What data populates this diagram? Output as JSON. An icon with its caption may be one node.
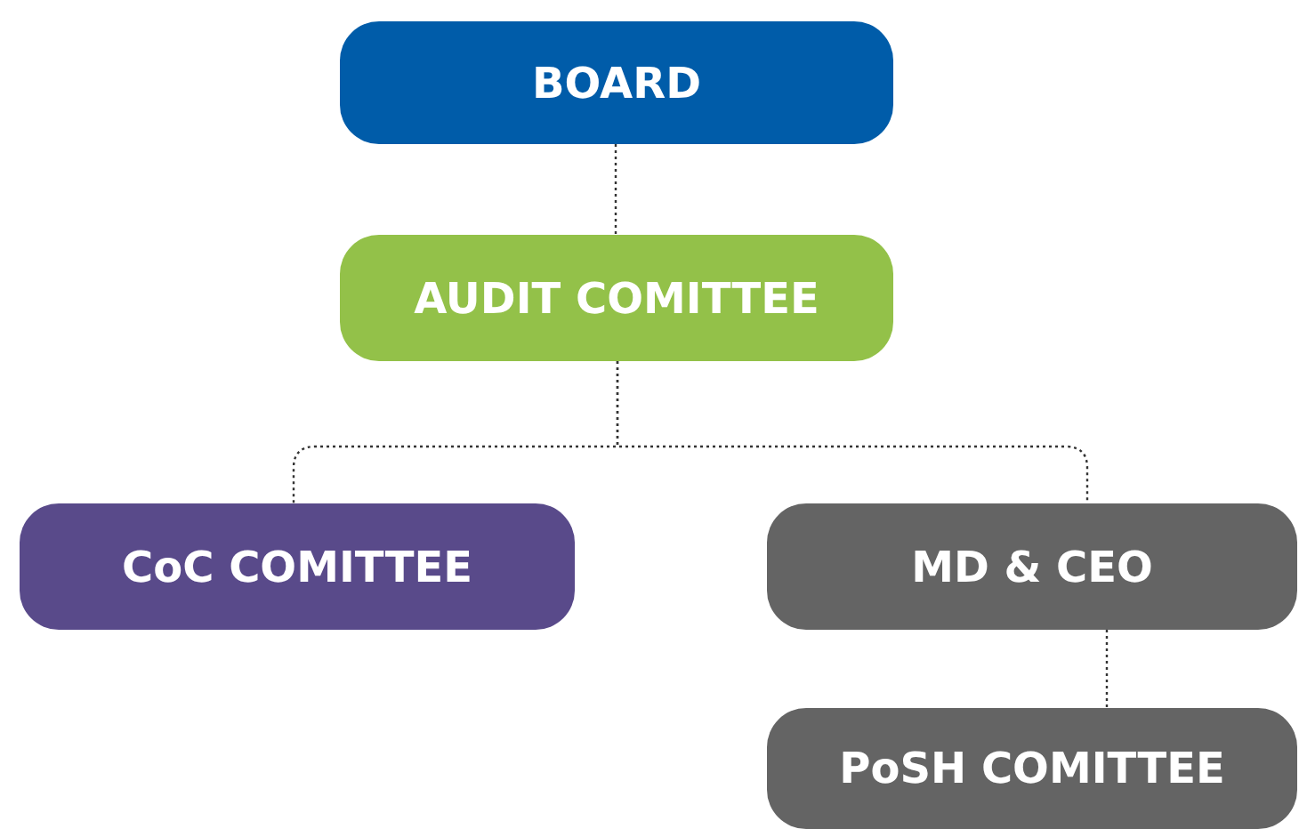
{
  "diagram": {
    "nodes": [
      {
        "text": [
          "BOARD"
        ]
      },
      {
        "text": [
          "AUDIT COMITTEE"
        ]
      },
      {
        "text": [
          "CoC COMITTEE"
        ]
      },
      {
        "text": [
          "MD & CEO"
        ]
      },
      {
        "text": [
          "PoSH COMITTEE"
        ]
      }
    ],
    "edges": [
      {
        "from": 0,
        "to": 1,
        "arrow": "none",
        "style": "dashed"
      },
      {
        "from": 1,
        "to": 2,
        "arrow": "none",
        "style": "dashed"
      },
      {
        "from": 1,
        "to": 3,
        "arrow": "none",
        "style": "dashed"
      },
      {
        "from": 3,
        "to": 4,
        "arrow": "none",
        "style": "dashed"
      }
    ]
  }
}
